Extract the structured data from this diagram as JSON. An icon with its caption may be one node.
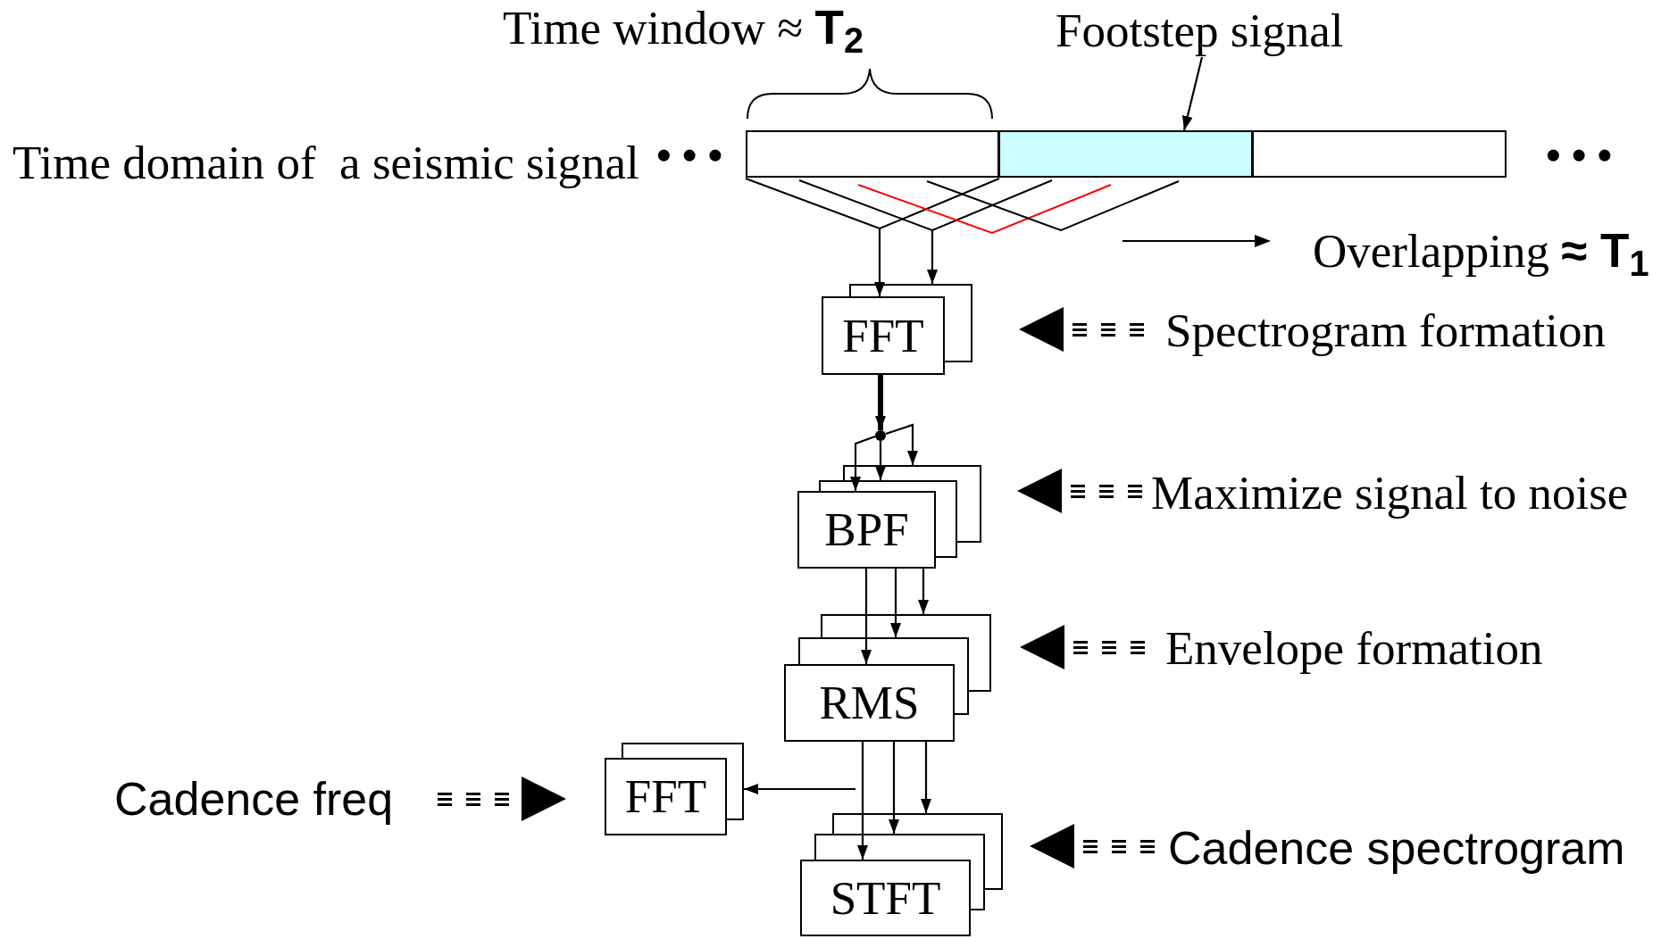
{
  "diagram": {
    "nodes": [
      {
        "text": [
          "Footstep signal"
        ]
      },
      {
        "text": [],
        "shape": "box",
        "beside": [
          "• • •"
        ]
      },
      {
        "text": [],
        "shape": "box"
      },
      {
        "text": [],
        "shape": "box",
        "beside": [
          "• • •"
        ]
      },
      {
        "text": [
          "FFT"
        ]
      },
      {
        "text": [],
        "shape": "circle"
      },
      {
        "text": [
          "BPF"
        ]
      },
      {
        "text": [
          "RMS"
        ]
      },
      {
        "text": [
          "FFT"
        ]
      },
      {
        "text": [
          "STFT"
        ]
      },
      {
        "text": [],
        "shape": "wedge"
      },
      {
        "text": [],
        "shape": "wedge"
      },
      {
        "text": [],
        "shape": "wedge"
      },
      {
        "text": [],
        "shape": "wedge"
      }
    ],
    "edges": [
      {
        "from": 0,
        "to": 2,
        "arrow": "to"
      },
      {
        "from": 10,
        "to": 4,
        "arrow": "to"
      },
      {
        "from": 11,
        "to": 4,
        "arrow": "to"
      },
      {
        "from": 4,
        "to": 5,
        "arrow": "to",
        "style": "thick"
      },
      {
        "from": 5,
        "to": 6,
        "arrow": "to"
      },
      {
        "from": 5,
        "to": 6,
        "arrow": "to"
      },
      {
        "from": 5,
        "to": 6,
        "arrow": "to"
      },
      {
        "from": 6,
        "to": 7,
        "arrow": "to"
      },
      {
        "from": 6,
        "to": 7,
        "arrow": "to"
      },
      {
        "from": 6,
        "to": 7,
        "arrow": "to"
      },
      {
        "from": 7,
        "to": 9,
        "arrow": "to"
      },
      {
        "from": 7,
        "to": 9,
        "arrow": "to"
      },
      {
        "from": 7,
        "to": 9,
        "arrow": "to"
      },
      {
        "from": null,
        "to": 8,
        "arrow": "to"
      }
    ],
    "labels": [
      "Time window ≈ **T**$_{2}$",
      "Time domain of  a seismic signal",
      "Overlapping **≈ T**$_{1}$",
      "Spectrogram formation",
      "Maximize signal to noise",
      "Envelope formation",
      "Cadence freq",
      "Cadence spectrogram"
    ]
  }
}
